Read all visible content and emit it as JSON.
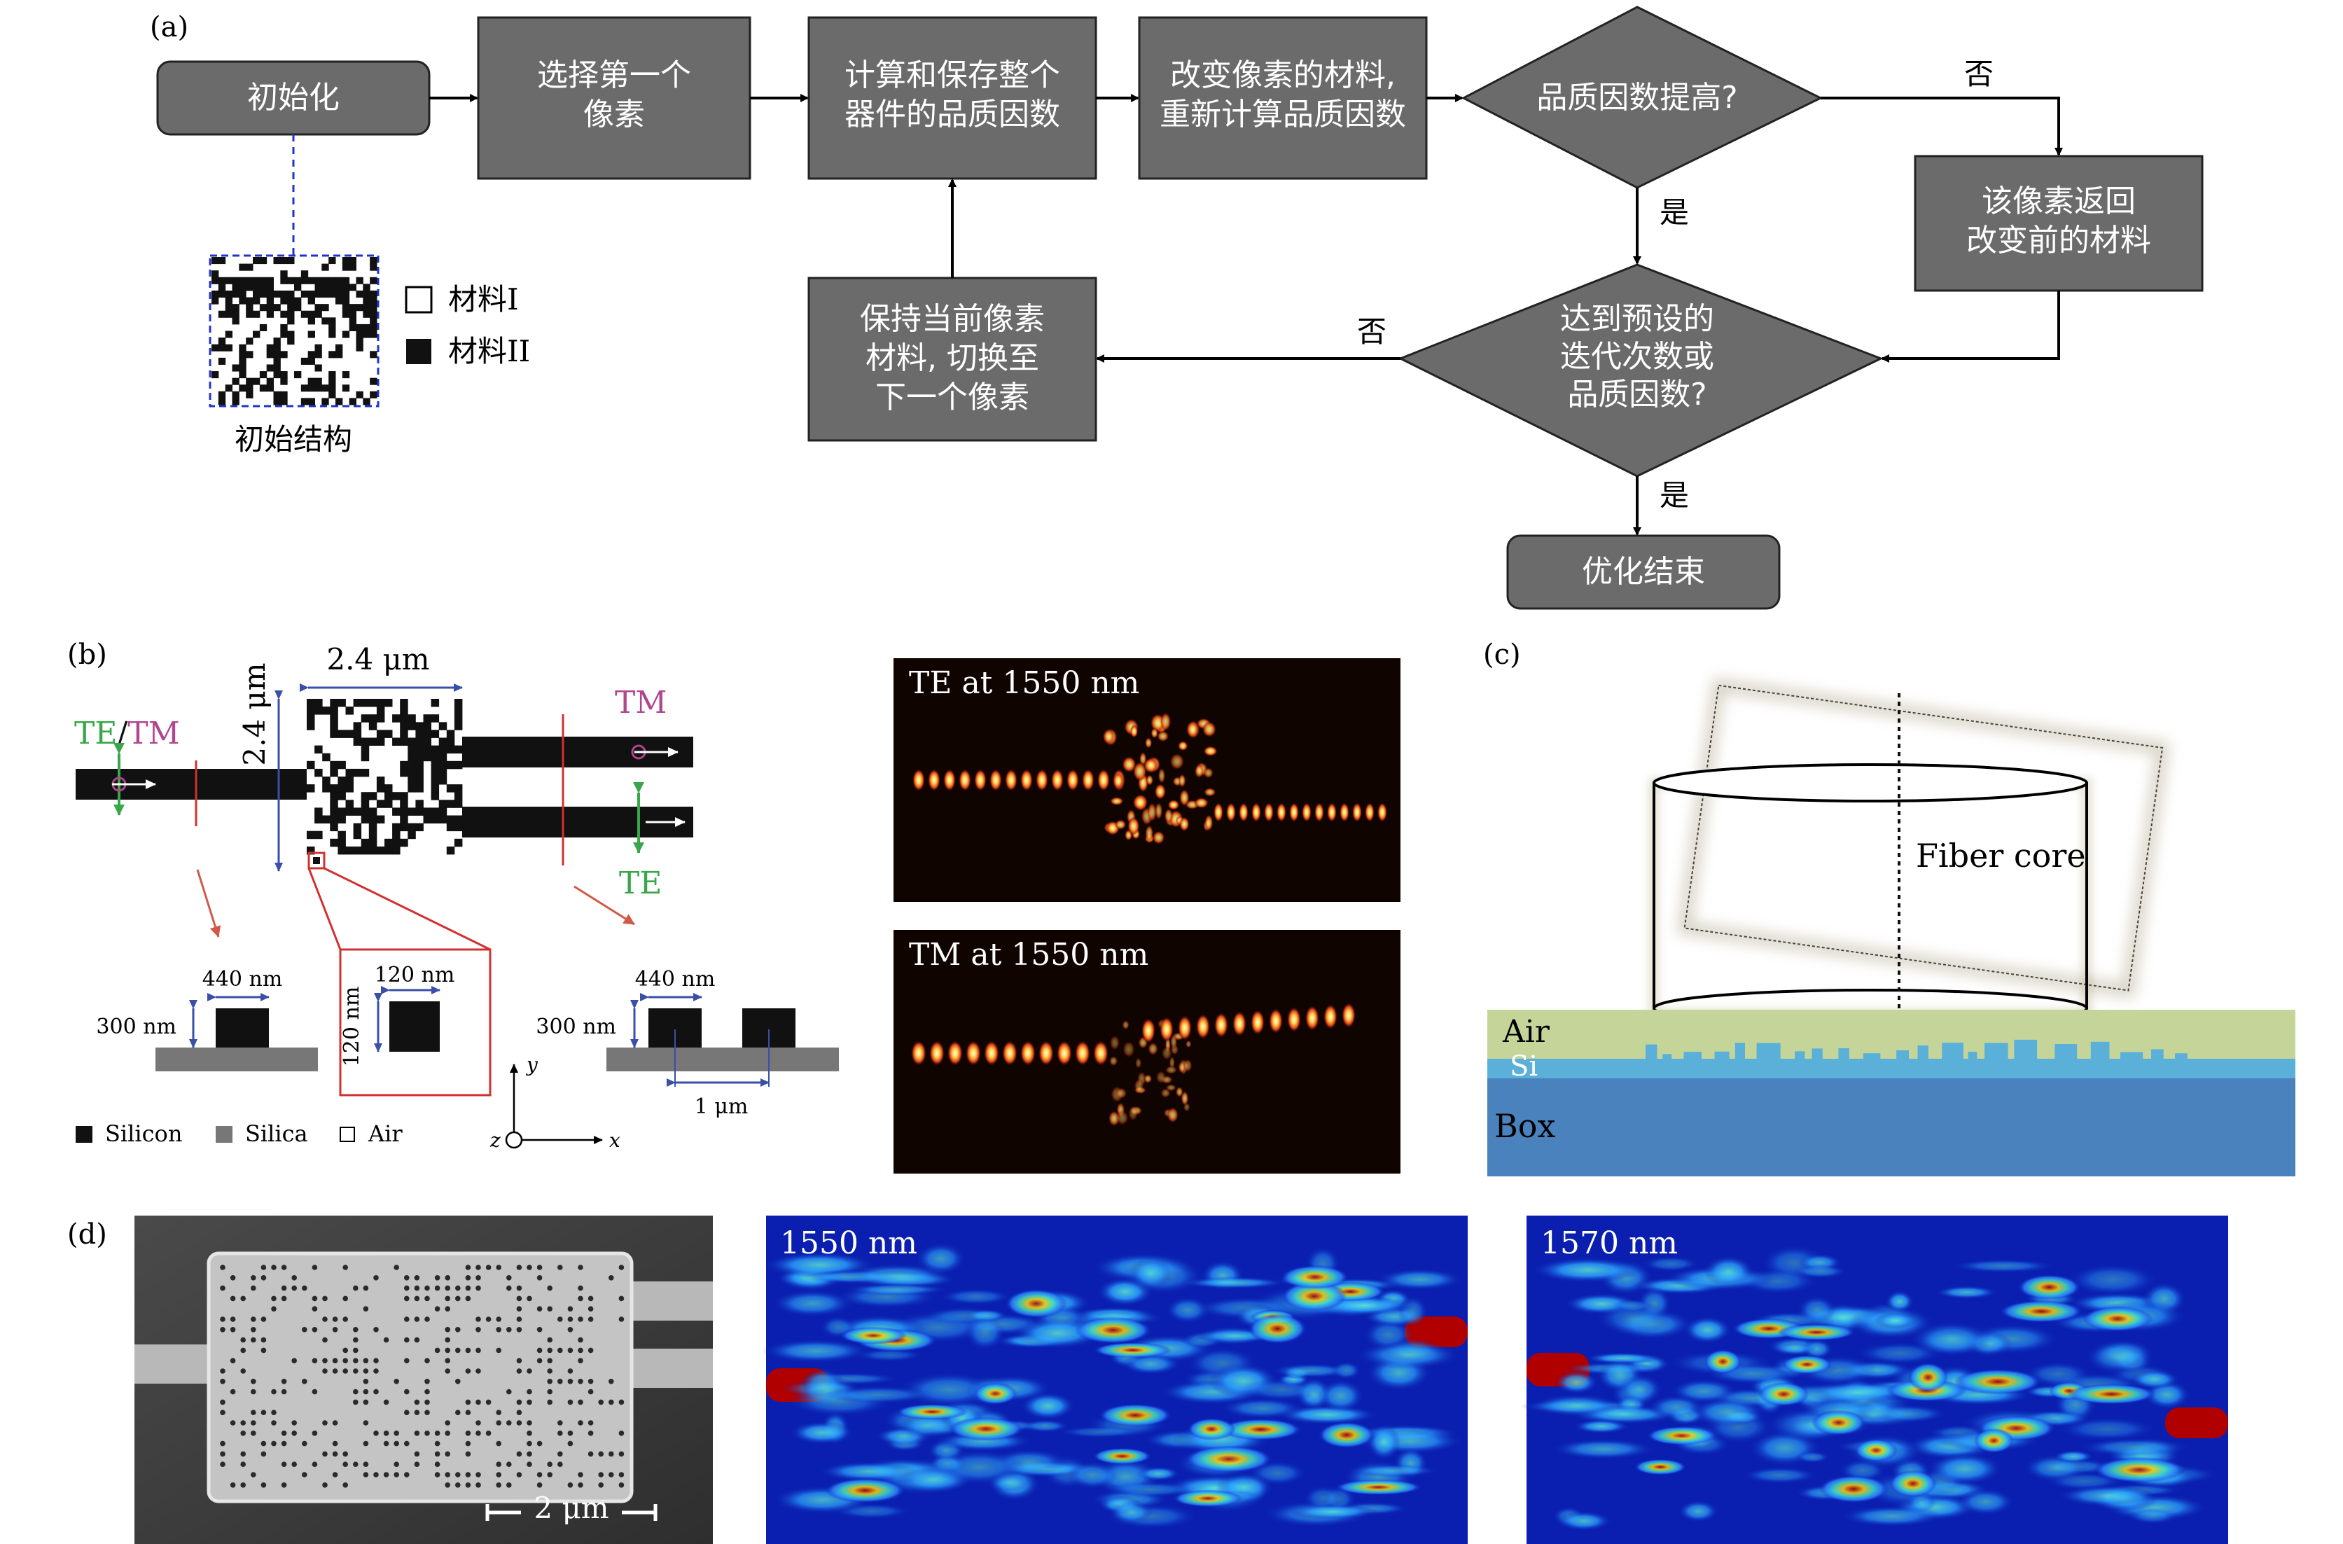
{
  "panel_a": {
    "label": "(a)",
    "nodes": {
      "init": "初始化",
      "select_pixel": [
        "选择第一个",
        "像素"
      ],
      "compute_q": [
        "计算和保存整个",
        "器件的品质因数"
      ],
      "change_material": [
        "改变像素的材料,",
        "重新计算品质因数"
      ],
      "q_improved": "品质因数提高?",
      "revert": [
        "该像素返回",
        "改变前的材料"
      ],
      "reached": [
        "达到预设的",
        "迭代次数或",
        "品质因数?"
      ],
      "keep": [
        "保持当前像素",
        "材料, 切换至",
        "下一个像素"
      ],
      "end": "优化结束"
    },
    "edge_labels": {
      "no_1": "否",
      "yes_1": "是",
      "no_2": "否",
      "yes_2": "是"
    },
    "legend": {
      "material1": "材料I",
      "material2": "材料II",
      "caption": "初始结构"
    }
  },
  "panel_b": {
    "label": "(b)",
    "width_label": "2.4 μm",
    "height_label": "2.4 μm",
    "te": "TE",
    "slash": "/",
    "tm": "TM",
    "tm_out": "TM",
    "te_out": "TE",
    "cs1": {
      "width": "440 nm",
      "height": "300 nm"
    },
    "pixel": {
      "width": "120 nm",
      "height": "120 nm"
    },
    "cs2": {
      "width": "440 nm",
      "height": "300 nm",
      "gap": "1 μm"
    },
    "legend": {
      "silicon": "Silicon",
      "silica": "Silica",
      "air": "Air"
    },
    "axes": {
      "y": "y",
      "x": "x",
      "z": "z"
    },
    "field_te": "TE at 1550 nm",
    "field_tm": "TM at 1550 nm"
  },
  "panel_c": {
    "label": "(c)",
    "fiber": "Fiber core",
    "air": "Air",
    "si": "Si",
    "box": "Box"
  },
  "panel_d": {
    "label": "(d)",
    "scale": "2 μm",
    "field1": "1550 nm",
    "field2": "1570 nm"
  },
  "colors": {
    "box_fill": "#6b6b6b",
    "te_green": "#3aa64a",
    "tm_magenta": "#b0468e",
    "dim_blue": "#3a4fa8",
    "red": "#d23030",
    "air_layer": "#c5d59a",
    "si_layer": "#5ab0d8",
    "box_layer": "#4a82bd"
  }
}
